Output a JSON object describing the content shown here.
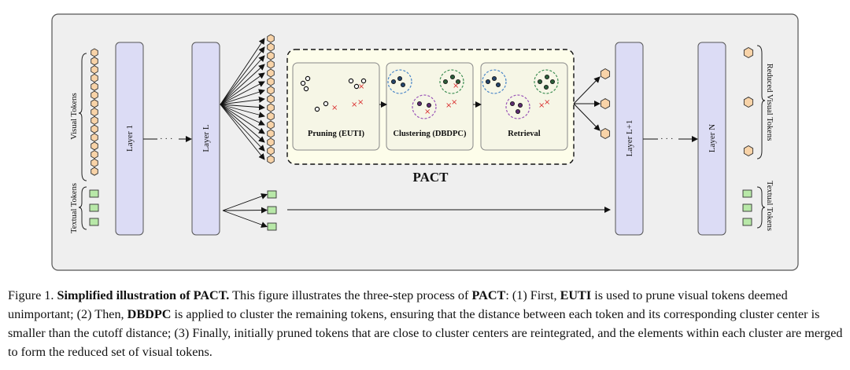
{
  "diagram": {
    "left_labels": {
      "visual_tokens": "Visual Tokens",
      "textual_tokens": "Textual Tokens"
    },
    "right_labels": {
      "reduced_visual_tokens": "Reduced Visual Tokens",
      "textual_tokens": "Textual Tokens"
    },
    "layers": {
      "layer1": "Layer 1",
      "layerL": "Layer L",
      "layerL1": "Layer L+1",
      "layerN": "Layer N"
    },
    "ellipsis": "· · ·",
    "steps": {
      "pruning": "Pruning (EUTI)",
      "clustering": "Clustering (DBDPC)",
      "retrieval": "Retrieval"
    },
    "pact_label": "PACT",
    "colors": {
      "layer_fill": "#dcdcf5",
      "token_fill": "#f8d3a8",
      "text_token_fill": "#b8e8a8",
      "pact_box_fill": "#fdfdea",
      "cluster_blue": "#4a86c8",
      "cluster_green": "#3f8f55",
      "cluster_purple": "#9a55b8",
      "prune_x": "#d93030"
    }
  },
  "caption": {
    "prefix": "Figure 1.",
    "title": "Simplified illustration of PACT.",
    "line1_a": "This figure illustrates the three-step process of",
    "pact": "PACT",
    "line1_b": ": (1) First,",
    "euti": "EUTI",
    "line1_c": "is used to prune visual tokens deemed unimportant; (2) Then,",
    "dbdpc": "DBDPC",
    "line2_b": "is applied to cluster the remaining tokens, ensuring that the distance between each token and its corresponding cluster center is smaller than the cutoff distance; (3) Finally, initially pruned tokens that are close to cluster centers are reintegrated, and the elements within each cluster are merged to form the reduced set of visual tokens."
  }
}
